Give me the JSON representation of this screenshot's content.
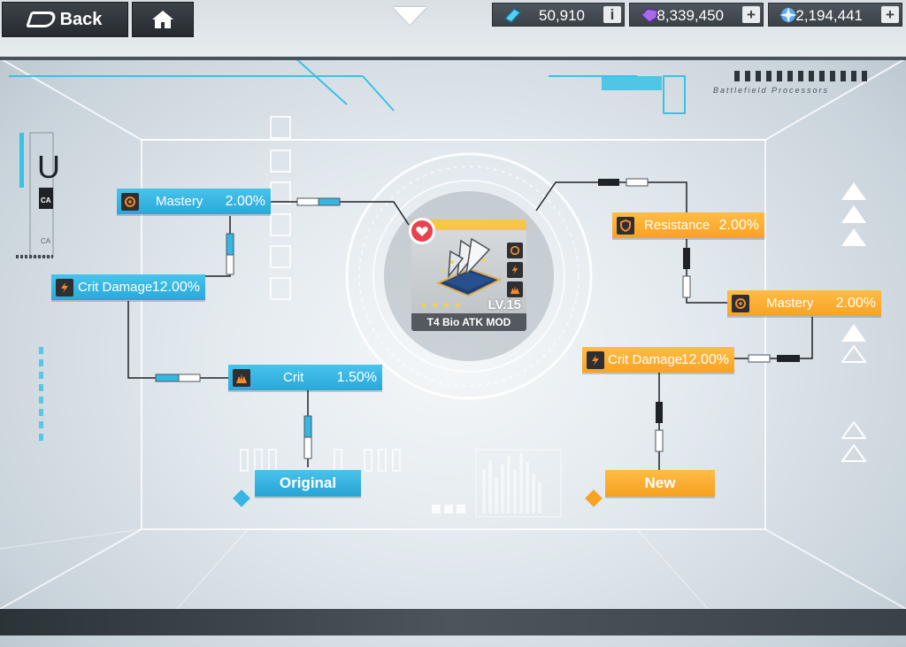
{
  "nav": {
    "back_label": "Back"
  },
  "currencies": [
    {
      "icon": "cyan-crystal-icon",
      "value": "50,910",
      "action": "i"
    },
    {
      "icon": "purple-gem-icon",
      "value": "8,339,450",
      "action": "+"
    },
    {
      "icon": "blue-energy-icon",
      "value": "2,194,441",
      "action": "+"
    }
  ],
  "decor_text": {
    "battlefield": "Battlefield Processors",
    "side_u": "U",
    "side_ca1": "CA",
    "side_ca2": "CA"
  },
  "module": {
    "level": "LV.15",
    "name": "T4 Bio ATK MOD",
    "stars": "★★★★",
    "badge_icon": "bio-heart-icon"
  },
  "original": {
    "label": "Original",
    "stats": [
      {
        "icon": "mastery-icon",
        "name": "Mastery",
        "value": "2.00%"
      },
      {
        "icon": "crit-damage-icon",
        "name": "Crit Damage",
        "value": "12.00%"
      },
      {
        "icon": "crit-icon",
        "name": "Crit",
        "value": "1.50%"
      }
    ]
  },
  "new": {
    "label": "New",
    "stats": [
      {
        "icon": "resistance-icon",
        "name": "Resistance",
        "value": "2.00%"
      },
      {
        "icon": "mastery-icon",
        "name": "Mastery",
        "value": "2.00%"
      },
      {
        "icon": "crit-damage-icon",
        "name": "Crit Damage",
        "value": "12.00%"
      }
    ]
  },
  "colors": {
    "original_accent": "#2aa8d8",
    "new_accent": "#f7a323",
    "top_bar": "#3a4147"
  }
}
